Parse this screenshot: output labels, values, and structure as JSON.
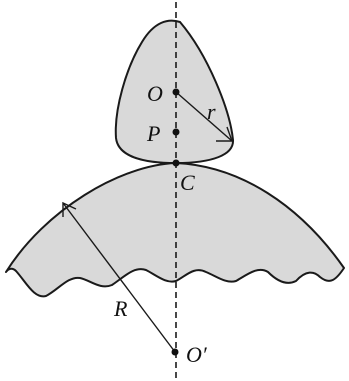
{
  "labels": {
    "O": "O",
    "r": "r",
    "P": "P",
    "C": "C",
    "R": "R",
    "O_prime": "O′"
  },
  "colors": {
    "fill": "#d9d9d9",
    "stroke": "#1a1a1a"
  }
}
